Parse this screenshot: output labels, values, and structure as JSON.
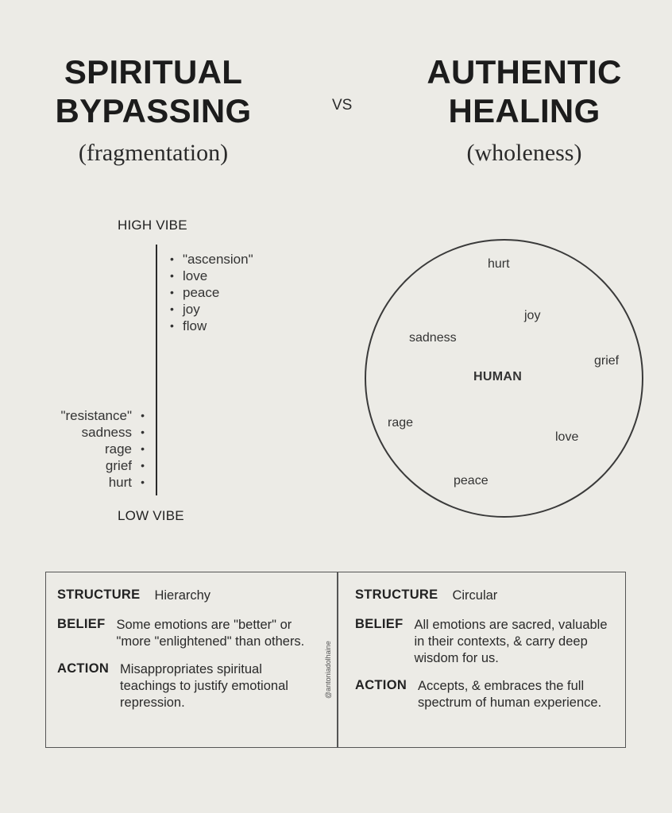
{
  "left": {
    "title_line1": "SPIRITUAL",
    "title_line2": "BYPASSING",
    "subtitle": "(fragmentation)",
    "high_label": "HIGH VIBE",
    "low_label": "LOW VIBE",
    "high_items": [
      "\"ascension\"",
      "love",
      "peace",
      "joy",
      "flow"
    ],
    "low_items": [
      "\"resistance\"",
      "sadness",
      "rage",
      "grief",
      "hurt"
    ]
  },
  "vs": "VS",
  "right": {
    "title_line1": "AUTHENTIC",
    "title_line2": "HEALING",
    "subtitle": "(wholeness)",
    "circle_words": {
      "hurt": "hurt",
      "joy": "joy",
      "sadness": "sadness",
      "grief": "grief",
      "human": "HUMAN",
      "rage": "rage",
      "love": "love",
      "peace": "peace"
    }
  },
  "table": {
    "left": {
      "structure_key": "STRUCTURE",
      "structure_val": "Hierarchy",
      "belief_key": "BELIEF",
      "belief_val": "Some emotions are \"better\" or \"more \"enlightened\" than others.",
      "action_key": "ACTION",
      "action_val": "Misappropriates spiritual teachings to justify emotional repression."
    },
    "right": {
      "structure_key": "STRUCTURE",
      "structure_val": "Circular",
      "belief_key": "BELIEF",
      "belief_val": "All emotions are sacred, valuable in their contexts, & carry deep wisdom for us.",
      "action_key": "ACTION",
      "action_val": "Accepts, & embraces the full spectrum of human experience."
    },
    "handle": "@antoniadolhaine"
  }
}
